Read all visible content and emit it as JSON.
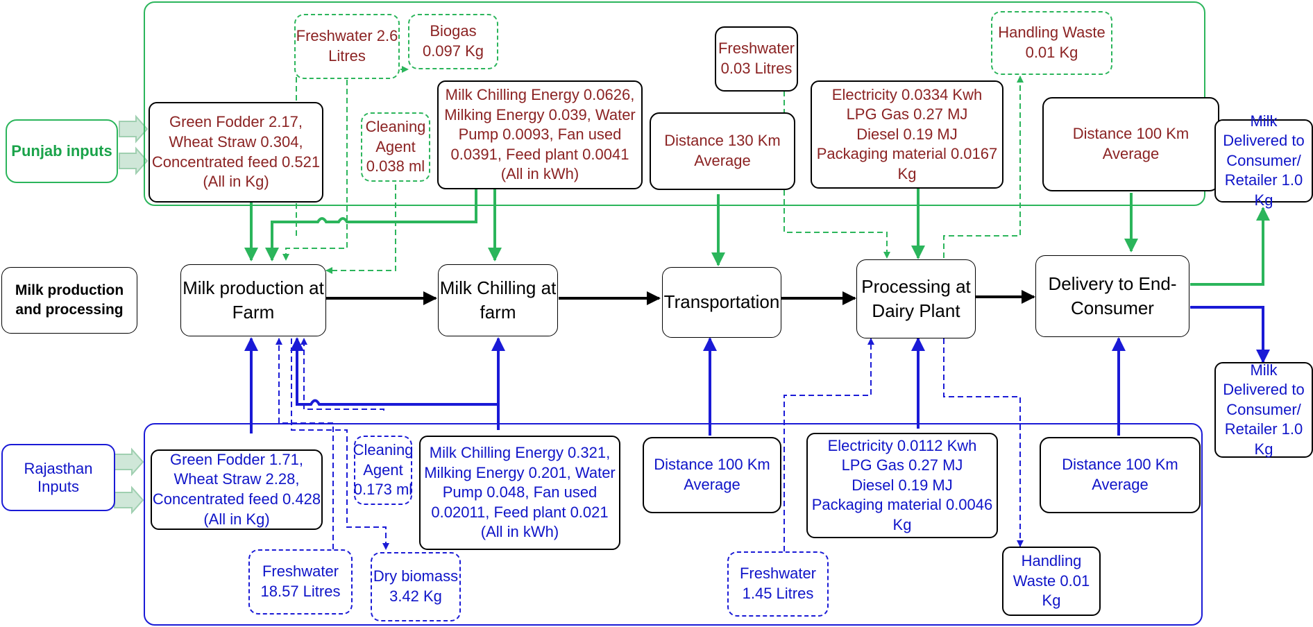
{
  "colors": {
    "punjab": "#2bb55b",
    "rajasthan": "#1a1ad6",
    "red_text": "#8b2323",
    "blue_text": "#0f14c8",
    "main_flow": "#000000"
  },
  "title": "Milk production and processing",
  "stages": {
    "farm": "Milk production at Farm",
    "chilling": "Milk Chilling at farm",
    "transport": "Transportation",
    "processing": "Processing at Dairy Plant",
    "delivery": "Delivery to End-Consumer"
  },
  "punjab": {
    "label": "Punjab inputs",
    "fodder": "Green Fodder 2.17, Wheat Straw 0.304, Concentrated feed 0.521 (All in Kg)",
    "freshwater_farm": "Freshwater 2.6 Litres",
    "biogas": "Biogas 0.097 Kg",
    "cleaning": "Cleaning Agent 0.038 ml",
    "chilling_energy": "Milk Chilling Energy 0.0626, Milking Energy 0.039, Water Pump 0.0093, Fan used 0.0391, Feed plant 0.0041 (All in kWh)",
    "distance_transport": "Distance 130 Km Average",
    "freshwater_plant": "Freshwater 0.03 Litres",
    "plant_energy": "Electricity 0.0334 Kwh\nLPG Gas 0.27 MJ\nDiesel 0.19 MJ\nPackaging material 0.0167 Kg",
    "handling_waste": "Handling Waste 0.01 Kg",
    "distance_delivery": "Distance 100 Km Average",
    "output": "Milk Delivered to Consumer/ Retailer 1.0 Kg"
  },
  "rajasthan": {
    "label": "Rajasthan Inputs",
    "fodder": "Green Fodder 1.71, Wheat Straw 2.28, Concentrated feed 0.428 (All in Kg)",
    "cleaning": "Cleaning Agent 0.173 ml",
    "chilling_energy": "Milk Chilling Energy 0.321, Milking Energy 0.201, Water Pump 0.048, Fan used 0.02011, Feed plant 0.021 (All in kWh)",
    "distance_transport": "Distance 100 Km Average",
    "plant_energy": "Electricity 0.0112 Kwh\nLPG Gas 0.27 MJ\nDiesel 0.19 MJ\nPackaging material 0.0046 Kg",
    "distance_delivery": "Distance 100 Km Average",
    "freshwater_farm": "Freshwater 18.57 Litres",
    "dry_biomass": "Dry biomass 3.42 Kg",
    "freshwater_plant": "Freshwater 1.45 Litres",
    "handling_waste": "Handling Waste 0.01 Kg",
    "output": "Milk Delivered to Consumer/ Retailer 1.0 Kg"
  }
}
